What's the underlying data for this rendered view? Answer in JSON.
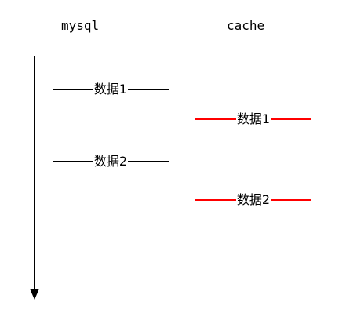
{
  "columns": {
    "mysql": {
      "title": "mysql",
      "events": [
        {
          "label": "数据1",
          "color": "#000000"
        },
        {
          "label": "数据2",
          "color": "#000000"
        }
      ]
    },
    "cache": {
      "title": "cache",
      "events": [
        {
          "label": "数据1",
          "color": "#ff0000"
        },
        {
          "label": "数据2",
          "color": "#ff0000"
        }
      ]
    }
  },
  "timeline": {
    "color": "#000000",
    "direction": "down"
  }
}
